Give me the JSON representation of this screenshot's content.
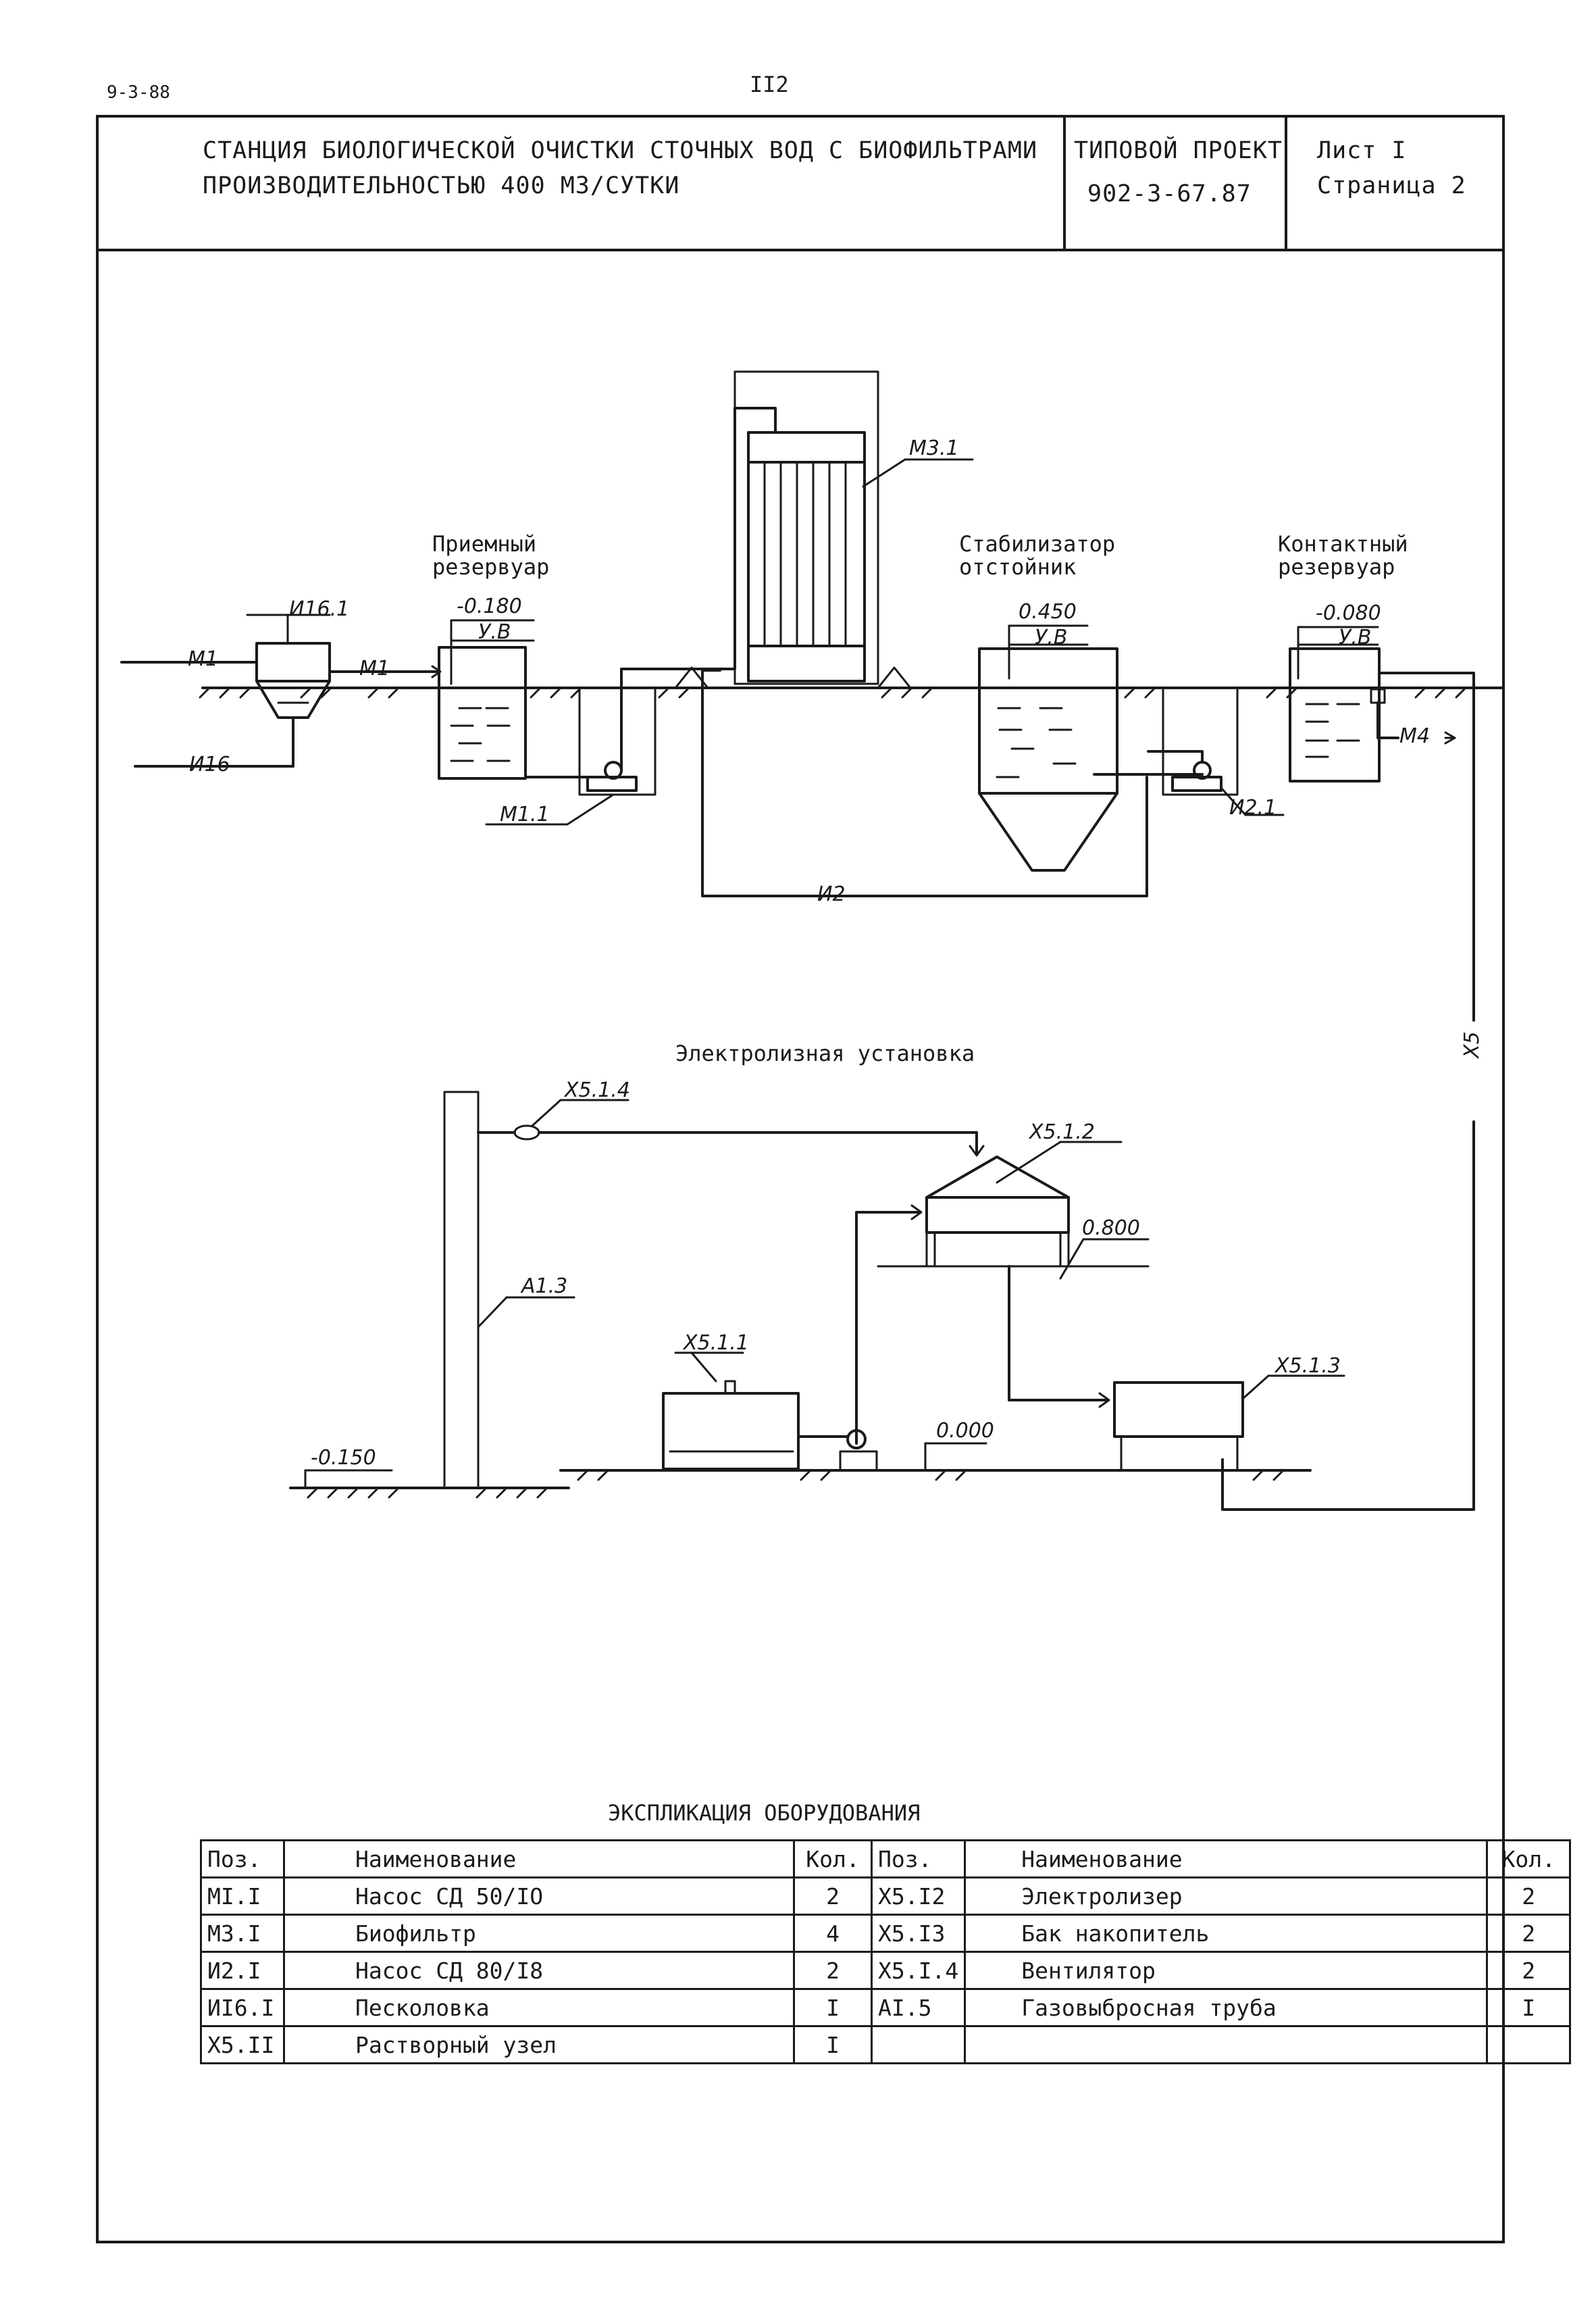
{
  "doc_code": "9-3-88",
  "page_number": "II2",
  "title_block": {
    "title_line1": "СТАНЦИЯ БИОЛОГИЧЕСКОЙ ОЧИСТКИ СТОЧНЫХ ВОД С БИОФИЛЬТРАМИ",
    "title_line2": "ПРОИЗВОДИТЕЛЬНОСТЬЮ 400 М3/СУТКИ",
    "project_label": "ТИПОВОЙ ПРОЕКТ",
    "project_number": "902-3-67.87",
    "sheet": "Лист I",
    "page": "Страница 2"
  },
  "diagram": {
    "receiving_tank": {
      "name_line1": "Приемный",
      "name_line2": "резервуар",
      "level": "-0.180",
      "water_mark": "У.В"
    },
    "stabilizer": {
      "name_line1": "Стабилизатор",
      "name_line2": "отстойник",
      "level": "0.450",
      "water_mark": "У.В"
    },
    "contact_tank": {
      "name_line1": "Контактный",
      "name_line2": "резервуар",
      "level": "-0.080",
      "water_mark": "У.В"
    },
    "tags": {
      "m1_in": "М1",
      "m1_mid": "М1",
      "i16_line": "И16",
      "i16_1": "И16.1",
      "m1_1": "М1.1",
      "m3_1": "М3.1",
      "i2": "И2",
      "i2_1": "И2.1",
      "m4": "М4",
      "x5": "Х5"
    },
    "electrolysis": {
      "title": "Электролизная установка",
      "x5_1_4": "Х5.1.4",
      "x5_1_2": "Х5.1.2",
      "a1_3": "А1.3",
      "x5_1_1": "Х5.1.1",
      "x5_1_3": "Х5.1.3",
      "level_0800": "0.800",
      "level_0000": "0.000",
      "level_m0150": "-0.150"
    }
  },
  "equipment_table": {
    "title": "ЭКСПЛИКАЦИЯ ОБОРУДОВАНИЯ",
    "headers": [
      "Поз.",
      "Наименование",
      "Кол.",
      "Поз.",
      "Наименование",
      "Кол."
    ],
    "rows": [
      [
        "МI.I",
        "Насос СД 50/IO",
        "2",
        "Х5.I2",
        "Электролизер",
        "2"
      ],
      [
        "М3.I",
        "Биофильтр",
        "4",
        "Х5.I3",
        "Бак накопитель",
        "2"
      ],
      [
        "И2.I",
        "Насос СД 80/I8",
        "2",
        "Х5.I.4",
        "Вентилятор",
        "2"
      ],
      [
        "ИI6.I",
        "Песколовка",
        "I",
        "АI.5",
        "Газовыбросная труба",
        "I"
      ],
      [
        "Х5.II",
        "Растворный узел",
        "I",
        "",
        "",
        ""
      ]
    ]
  }
}
